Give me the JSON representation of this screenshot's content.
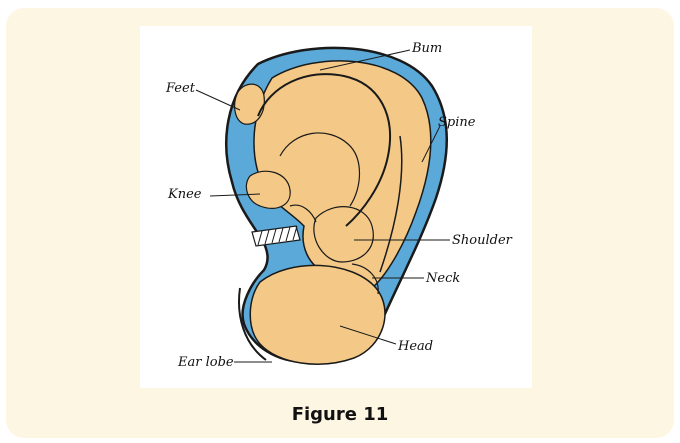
{
  "labels": {
    "bum": "Bum",
    "feet": "Feet",
    "spine": "Spine",
    "knee": "Knee",
    "shoulder": "Shoulder",
    "neck": "Neck",
    "head": "Head",
    "ear_lobe": "Ear lobe"
  },
  "caption": "Figure 11",
  "colors": {
    "card_bg": "#fdf6e3",
    "ear_blue": "#5aa9d8",
    "body_tan": "#f4c987",
    "outline": "#1a1a1a"
  }
}
